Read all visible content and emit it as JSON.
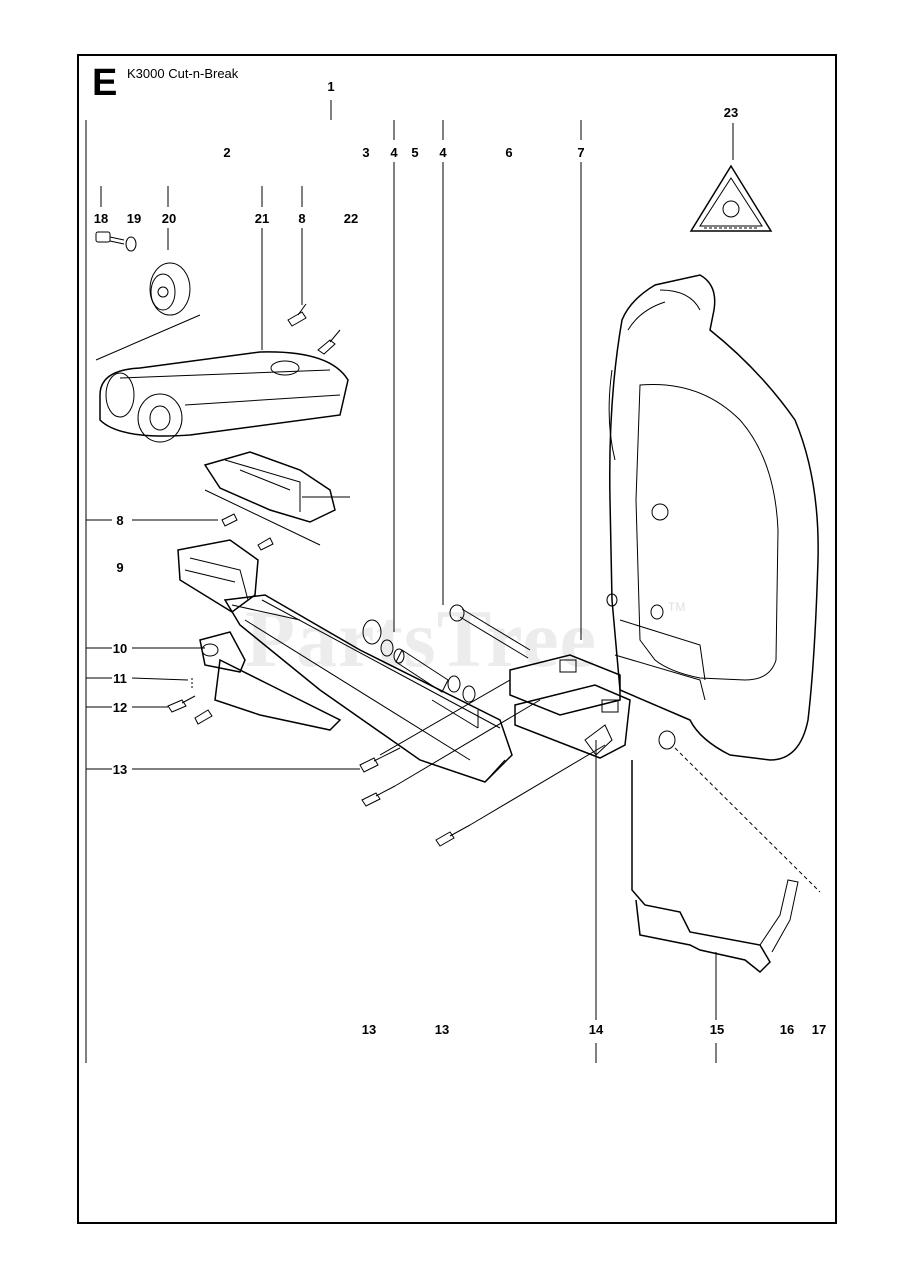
{
  "section": {
    "letter": "E",
    "title": "K3000 Cut-n-Break"
  },
  "watermark": {
    "text": "PartsTree",
    "tm": "TM"
  },
  "callouts": {
    "c1": "1",
    "c2": "2",
    "c3": "3",
    "c4a": "4",
    "c5": "5",
    "c4b": "4",
    "c6": "6",
    "c7": "7",
    "c23": "23",
    "c18": "18",
    "c19": "19",
    "c20": "20",
    "c21": "21",
    "c8a": "8",
    "c22": "22",
    "c8b": "8",
    "c9": "9",
    "c10": "10",
    "c11": "11",
    "c12": "12",
    "c13a": "13",
    "c13b": "13",
    "c13c": "13",
    "c14": "14",
    "c15": "15",
    "c16": "16",
    "c17": "17"
  },
  "colors": {
    "line": "#000000",
    "background": "#ffffff",
    "watermark": "#969696"
  }
}
